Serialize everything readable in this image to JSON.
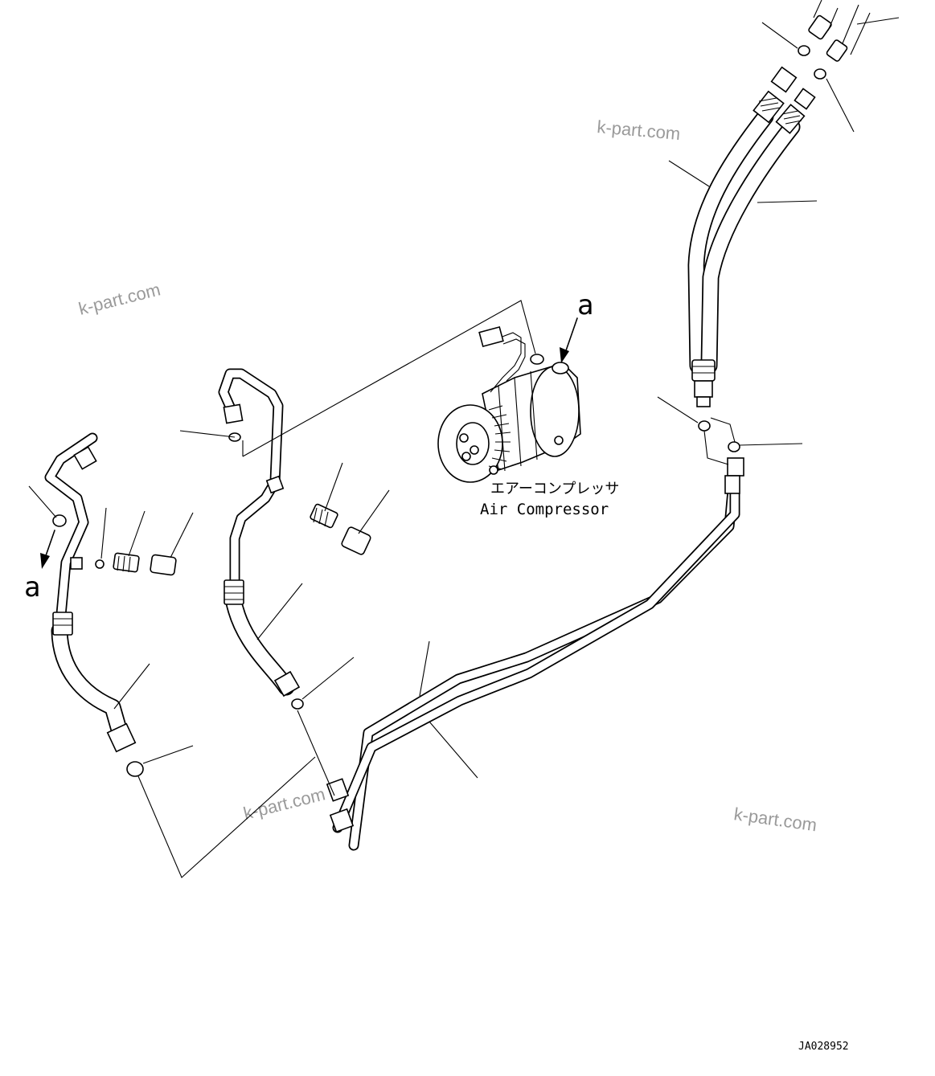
{
  "labels": {
    "callout_a_top": "a",
    "callout_a_left": "a",
    "compressor_jp": "エアーコンプレッサ",
    "compressor_en": "Air Compressor",
    "drawing_number": "JA028952"
  },
  "watermarks": [
    "k-part.com",
    "k-part.com",
    "k-part.com",
    "k-part.com"
  ]
}
